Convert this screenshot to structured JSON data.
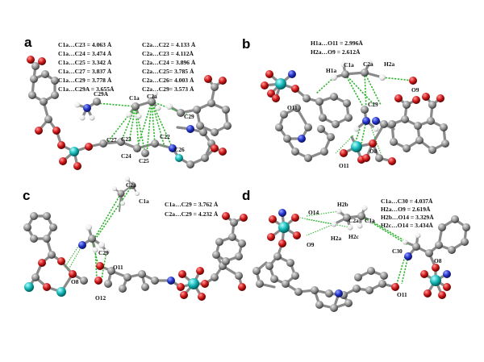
{
  "panels": {
    "a": {
      "letter": "a",
      "distances_left": [
        "C1a…C23 = 4.063 Å",
        "C1a…C24 = 3.474 Å",
        "C1a…C25 = 3.342 Å",
        "C1a…C27 = 3.837 Å",
        "C1a…C29 = 3.778 Å",
        "C1a…C29A = 3.655Å"
      ],
      "distances_right": [
        "C2a…C22 = 4.133 Å",
        "C2a…C23 = 4.112Å",
        "C2a…C24 = 3.896 Å",
        "C2a…C25= 3.785 Å",
        "C2a…C26= 4.003 Å",
        "C2a…C29= 3.573 Å"
      ],
      "atoms": {
        "c1a": "C1a",
        "c2a": "C2a",
        "c29a": "C29A",
        "c29": "C29",
        "c27": "C27",
        "c23": "C23",
        "c22": "C22",
        "c24": "C24",
        "c25": "C25",
        "c26": "C26"
      }
    },
    "b": {
      "letter": "b",
      "distances": [
        "H1a…O11 = 2.996Å",
        "H2a…O9 = 2.612Å"
      ],
      "atoms": {
        "h1a": "H1a",
        "c1a": "C1a",
        "c2a": "C2a",
        "h2a": "H2a",
        "o9": "O9",
        "o11a": "O11",
        "c29": "C29",
        "o8": "O8",
        "o11b": "O11"
      }
    },
    "c": {
      "letter": "c",
      "distances": [
        "C1a…C29 = 3.762 Å",
        "C2a…C29 = 4.232 Å"
      ],
      "atoms": {
        "c2a": "C2a",
        "c1a": "C1a",
        "c29": "C29",
        "o8": "O8",
        "o11": "O11",
        "o12": "O12"
      }
    },
    "d": {
      "letter": "d",
      "distances": [
        "C1a…C30 = 4.037Å",
        "H2a…O9 = 2.619Å",
        "H2b…O14 = 3.329Å",
        "H2c…O14 = 3.434Å"
      ],
      "atoms": {
        "o14": "O14",
        "h2b": "H2b",
        "c2a": "C2a",
        "c1a": "C1a",
        "h2a": "H2a",
        "h2c": "H2c",
        "o9": "O9",
        "c30": "C30",
        "o8": "O8",
        "o11": "O11"
      }
    }
  },
  "colors": {
    "carbon": "#8f8f8f",
    "oxygen": "#d01818",
    "nitrogen": "#2233cc",
    "metal": "#14b8b8",
    "hydrogen": "#ffffff",
    "contact": "#2fb52f",
    "bond": "#8a8a8a"
  }
}
